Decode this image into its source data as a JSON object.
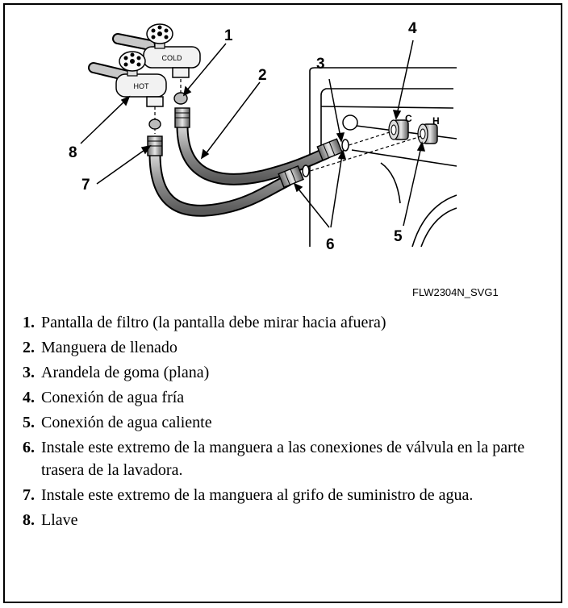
{
  "figure": {
    "callouts": [
      "1",
      "2",
      "3",
      "4",
      "5",
      "6",
      "7",
      "8"
    ],
    "tap_cold_label": "COLD",
    "tap_hot_label": "HOT",
    "valve_cold_letter": "C",
    "valve_hot_letter": "H",
    "caption": "FLW2304N_SVG1"
  },
  "legend": {
    "items": [
      {
        "num": "1.",
        "text": "Pantalla de filtro (la pantalla debe mirar hacia afuera)"
      },
      {
        "num": "2.",
        "text": "Manguera de llenado"
      },
      {
        "num": "3.",
        "text": "Arandela de goma (plana)"
      },
      {
        "num": "4.",
        "text": "Conexión de agua fría"
      },
      {
        "num": "5.",
        "text": "Conexión de agua caliente"
      },
      {
        "num": "6.",
        "text": "Instale este extremo de la manguera a las conexiones de válvula en la parte trasera de la lavadora."
      },
      {
        "num": "7.",
        "text": "Instale este extremo de la manguera al grifo de suministro de agua."
      },
      {
        "num": "8.",
        "text": "Llave"
      }
    ]
  },
  "colors": {
    "hose": "#8a8a8a",
    "hose_highlight": "#d6d6d6",
    "metal": "#b0b0b0",
    "outline": "#000000"
  }
}
